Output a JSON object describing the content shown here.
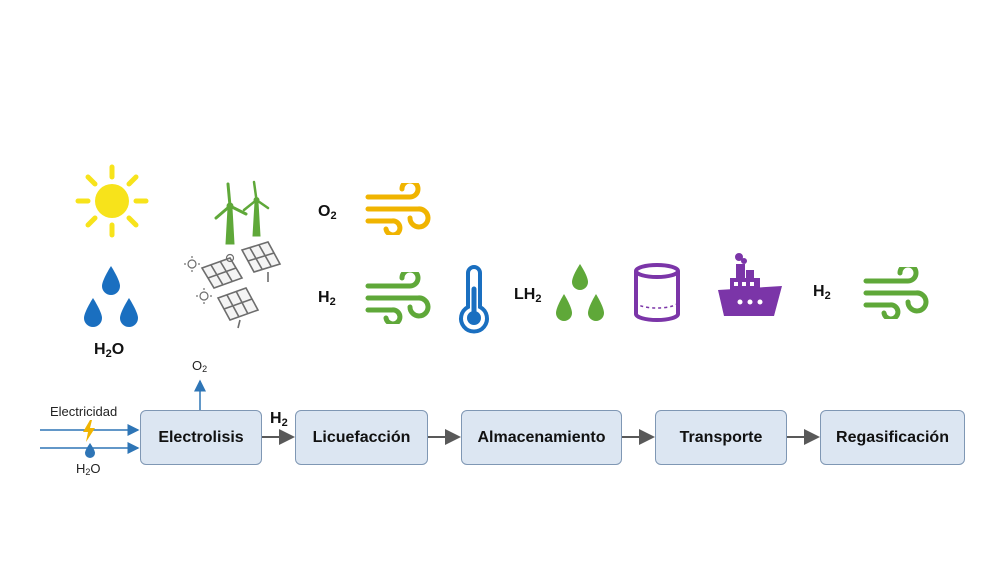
{
  "icons": {
    "sun": "sun-icon",
    "water": "water-drops-icon",
    "wind_solar": "wind-turbines-solar-panels-icon",
    "gas": "gas-wind-icon",
    "thermometer": "thermometer-icon",
    "liquid": "liquid-drops-icon",
    "tank": "storage-tank-icon",
    "ship": "ship-icon"
  },
  "colors": {
    "sun": "#f7e31b",
    "water": "#1a6fc0",
    "turbine": "#5fa839",
    "panel": "#6d6d6d",
    "o2_gas": "#f0b400",
    "h2_gas": "#5fa839",
    "thermo": "#1a6fc0",
    "tank": "#7b35a8",
    "ship": "#7b35a8",
    "box_fill": "#dce6f2",
    "box_border": "#7f97b4",
    "arrow": "#595959",
    "input_arrow": "#2e75b6"
  },
  "top_row": {
    "h2o": {
      "main": "H",
      "sub": "2",
      "tail": "O"
    },
    "o2": {
      "main": "O",
      "sub": "2"
    },
    "h2": {
      "main": "H",
      "sub": "2"
    },
    "lh2": {
      "main": "LH",
      "sub": "2"
    },
    "h2_end": {
      "main": "H",
      "sub": "2"
    }
  },
  "process": {
    "inputs": {
      "electricity": "Electricidad",
      "water": {
        "main": "H",
        "sub": "2",
        "tail": "O"
      }
    },
    "output_o2": {
      "main": "O",
      "sub": "2"
    },
    "h2_label": {
      "main": "H",
      "sub": "2"
    },
    "steps": [
      "Electrolisis",
      "Licuefacción",
      "Almacenamiento",
      "Transporte",
      "Regasificación"
    ]
  }
}
